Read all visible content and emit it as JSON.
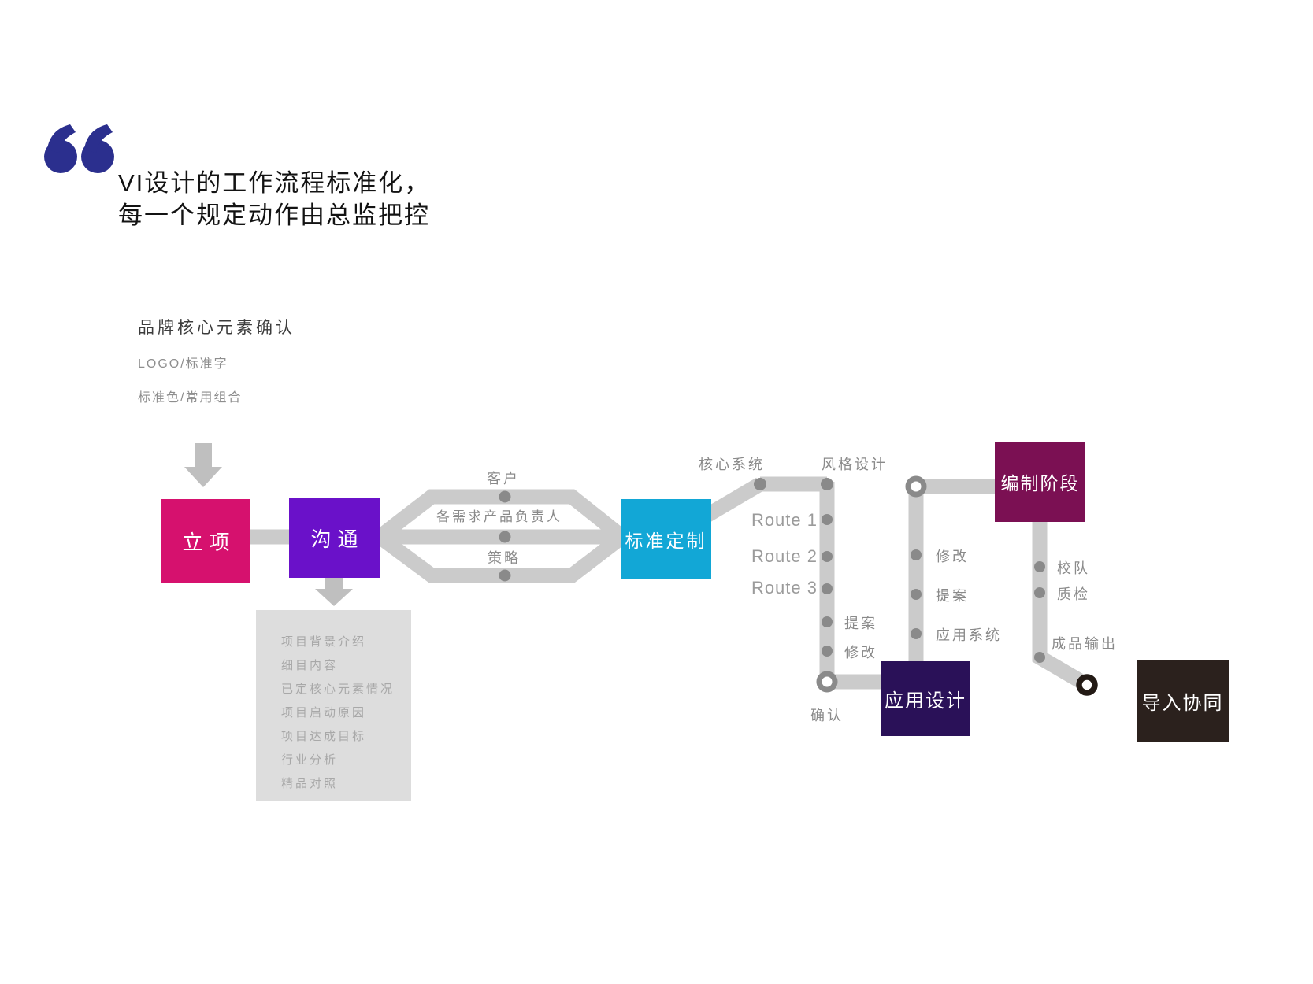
{
  "title": {
    "line1": "VI设计的工作流程标准化，",
    "line2": "每一个规定动作由总监把控"
  },
  "icons": {
    "quote": "double-quote-open-66"
  },
  "brand": {
    "heading": "品牌核心元素确认",
    "items": [
      "LOGO/标准字",
      "标准色/常用组合"
    ]
  },
  "nodes": {
    "project_start": "立项",
    "communication": "沟通",
    "standard_custom": "标准定制",
    "application_design": "应用设计",
    "compilation_stage": "编制阶段",
    "import_collaboration": "导入协同"
  },
  "branch": {
    "top": "客户",
    "middle": "各需求产品负责人",
    "bottom": "策略"
  },
  "communication_list": [
    "项目背景介绍",
    "细目内容",
    "已定核心元素情况",
    "项目启动原因",
    "项目达成目标",
    "行业分析",
    "精品对照"
  ],
  "core_rail": {
    "start_label": "核心系统",
    "end_label": "风格设计",
    "routes": [
      "Route 1",
      "Route 2",
      "Route 3"
    ],
    "steps": [
      "提案",
      "修改"
    ],
    "confirm": "确认"
  },
  "application_rail": {
    "steps": [
      "修改",
      "提案",
      "应用系统"
    ]
  },
  "compilation_rail": {
    "steps": [
      "校队",
      "质检"
    ],
    "output": "成品输出"
  },
  "colors": {
    "quote_mark": "#2B2F8E",
    "project_start": "#D6116E",
    "communication": "#6A11C9",
    "standard_custom": "#12A7D6",
    "application_design": "#2A1158",
    "compilation_stage": "#7B1053",
    "import_collaboration": "#2B211D",
    "rail": "#CBCBCB",
    "dot": "#8A8A8A",
    "final_ring": "#231A15",
    "label": "#8A8A8A"
  }
}
